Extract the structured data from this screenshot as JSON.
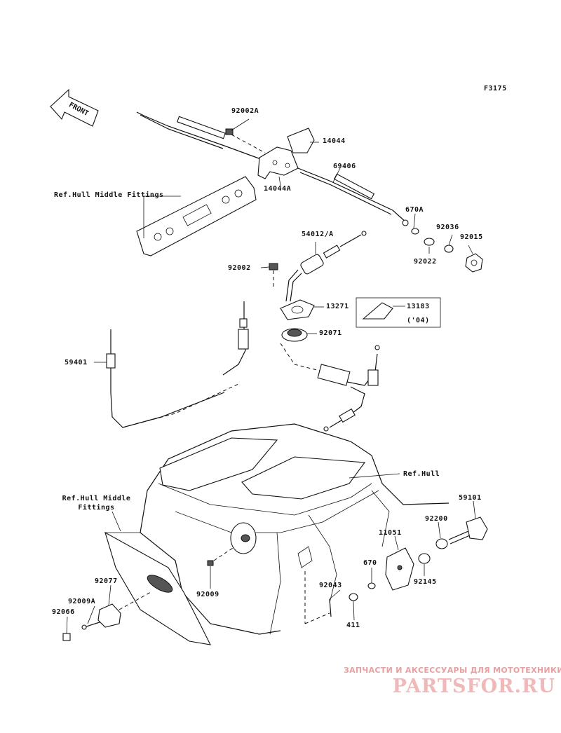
{
  "diagram": {
    "code": "F3175",
    "front_arrow": "FRONT",
    "labels": {
      "l_92002A": "92002A",
      "l_14044": "14044",
      "l_14044A": "14044A",
      "l_69406": "69406",
      "l_ref_hull_middle_top": "Ref.Hull Middle Fittings",
      "l_670A": "670A",
      "l_92036": "92036",
      "l_92015": "92015",
      "l_92022": "92022",
      "l_54012A": "54012/A",
      "l_92002": "92002",
      "l_13271": "13271",
      "l_13183": "13183",
      "l_13183_note": "('04)",
      "l_92071": "92071",
      "l_59401": "59401",
      "l_ref_hull": "Ref.Hull",
      "l_ref_hull_middle_bottom_1": "Ref.Hull Middle",
      "l_ref_hull_middle_bottom_2": "Fittings",
      "l_59101": "59101",
      "l_92200": "92200",
      "l_11051": "11051",
      "l_670": "670",
      "l_92145": "92145",
      "l_92077": "92077",
      "l_92043": "92043",
      "l_92009": "92009",
      "l_92009A": "92009A",
      "l_92066": "92066",
      "l_411": "411"
    }
  },
  "watermark": {
    "tagline": "ЗАПЧАСТИ И АКСЕССУАРЫ ДЛЯ МОТОТЕХНИКИ",
    "logo": "PARTSFOR.RU"
  }
}
